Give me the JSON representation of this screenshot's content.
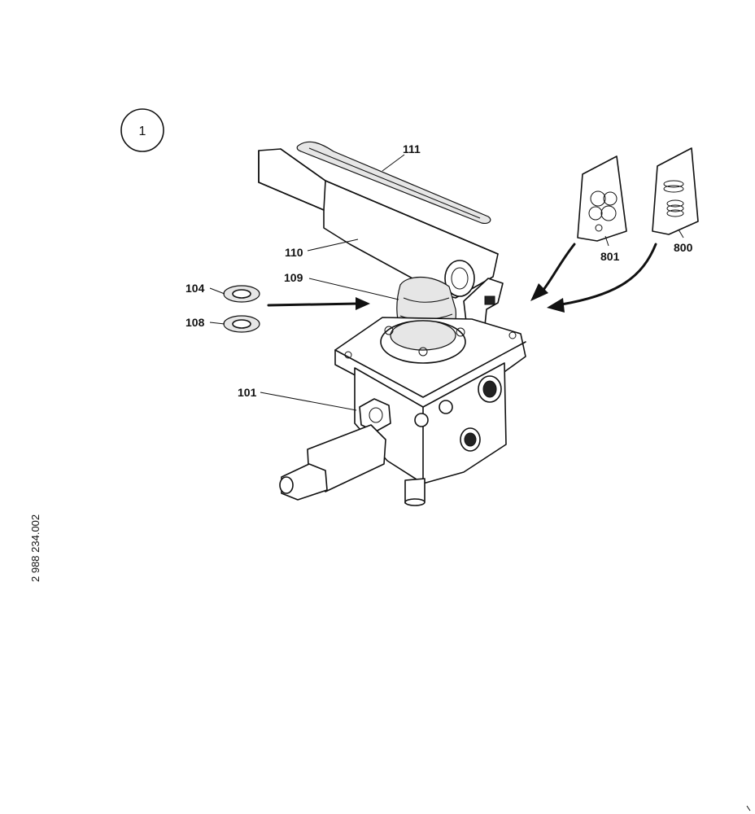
{
  "figure_number": "1",
  "drawing_id": "2 988 234.002",
  "callouts": {
    "pedal_cover": "111",
    "pedal": "110",
    "joint": "109",
    "washer_upper": "104",
    "washer_lower": "108",
    "valve_body": "101",
    "seal_kit": "801",
    "spring_kit": "800"
  }
}
